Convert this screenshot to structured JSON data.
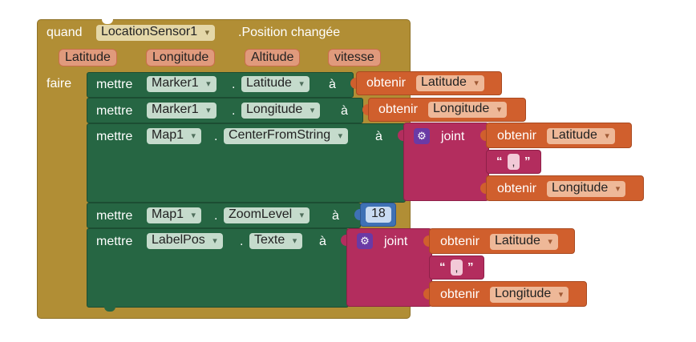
{
  "event": {
    "when": "quand",
    "component": "LocationSensor1",
    "event_name": ".Position changée",
    "params": [
      "Latitude",
      "Longitude",
      "Altitude",
      "vitesse"
    ],
    "do": "faire"
  },
  "rows": {
    "set1": {
      "keyword": "mettre",
      "component": "Marker1",
      "dot": ".",
      "property": "Latitude",
      "to": "à",
      "getter": {
        "keyword": "obtenir",
        "var": "Latitude"
      }
    },
    "set2": {
      "keyword": "mettre",
      "component": "Marker1",
      "dot": ".",
      "property": "Longitude",
      "to": "à",
      "getter": {
        "keyword": "obtenir",
        "var": "Longitude"
      }
    },
    "set3": {
      "keyword": "mettre",
      "component": "Map1",
      "dot": ".",
      "property": "CenterFromString",
      "to": "à",
      "join": {
        "keyword": "joint",
        "get_a": {
          "keyword": "obtenir",
          "var": "Latitude"
        },
        "text": ",",
        "get_b": {
          "keyword": "obtenir",
          "var": "Longitude"
        }
      }
    },
    "set4": {
      "keyword": "mettre",
      "component": "Map1",
      "dot": ".",
      "property": "ZoomLevel",
      "to": "à",
      "number": "18"
    },
    "set5": {
      "keyword": "mettre",
      "component": "LabelPos",
      "dot": ".",
      "property": "Texte",
      "to": "à",
      "join": {
        "keyword": "joint",
        "get_a": {
          "keyword": "obtenir",
          "var": "Latitude"
        },
        "text": ",",
        "get_b": {
          "keyword": "obtenir",
          "var": "Longitude"
        }
      }
    }
  },
  "quote_open": "“",
  "quote_close": "”",
  "icons": {
    "join_mutator": "gear-icon",
    "dropdown": "chevron-down-icon"
  },
  "colors": {
    "event": "#b18e35",
    "set_statement": "#266643",
    "variable_getter": "#d05f2d",
    "text_join": "#b32d5e",
    "number": "#3f71b5",
    "mutator": "#6a3aa5"
  }
}
